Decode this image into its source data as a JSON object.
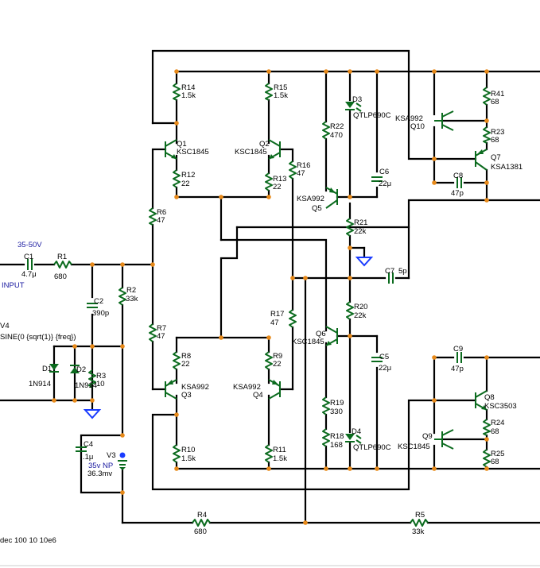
{
  "labels": {
    "supply": "35-50V",
    "input_label": "INPUT",
    "C1": "C1",
    "C1_val": "4.7μ",
    "R1": "R1",
    "R1_val": "680",
    "C2": "C2",
    "C2_val": "390p",
    "R2": "R2",
    "R2_val": "33k",
    "V4": "V4",
    "sine": "SINE(0 {sqrt(1)} {freq})",
    "D1": "D1",
    "D1_val": "1N914",
    "D2": "D2",
    "D2_val": "1N914",
    "R3": "R3",
    "R3_val": "10",
    "C4": "C4",
    "C4_val": ".1μ",
    "V3": "V3",
    "v3_np": "35v  NP",
    "v3_val": "36.3mv",
    "R14": "R14",
    "R14_val": "1.5k",
    "R15": "R15",
    "R15_val": "1.5k",
    "Q1": "Q1",
    "Q1_val": "KSC1845",
    "Q2": "Q2",
    "Q2_val": "KSC1845",
    "R12": "R12",
    "R12_val": "22",
    "R13": "R13",
    "R13_val": "22",
    "R16": "R16",
    "R16_val": "47",
    "R6": "R6",
    "R6_val": "47",
    "R7": "R7",
    "R7_val": "47",
    "R17": "R17",
    "R17_val": "47",
    "R8": "R8",
    "R8_val": "22",
    "R9": "R9",
    "R9_val": "22",
    "Q3": "Q3",
    "Q3_val": "KSA992",
    "Q4": "Q4",
    "Q4_val": "KSA992",
    "R10": "R10",
    "R10_val": "1.5k",
    "R11": "R11",
    "R11_val": "1.5k",
    "R4": "R4",
    "R4_val": "680",
    "R5": "R5",
    "R5_val": "33k",
    "R22": "R22",
    "R22_val": "470",
    "D3": "D3",
    "D3_val": "QTLP690C",
    "C6": "C6",
    "C6_val": "22μ",
    "Q5": "Q5",
    "Q5_val": "KSA992",
    "R21": "R21",
    "R21_val": "22k",
    "C7": "C7",
    "C7_val": "5p",
    "R20": "R20",
    "R20_val": "22k",
    "Q6": "Q6",
    "Q6_val": "KSC1845",
    "C5": "C5",
    "C5_val": "22μ",
    "R19": "R19",
    "R19_val": "330",
    "R18": "R18",
    "R18_val": "168",
    "D4": "D4",
    "D4_val": "QTLP690C",
    "R41": "R41",
    "R41_val": "68",
    "Q10": "Q10",
    "Q10_val": "KSA992",
    "R23": "R23",
    "R23_val": "68",
    "Q7": "Q7",
    "Q7_val": "KSA1381",
    "C8": "C8",
    "C8_val": "47p",
    "C9": "C9",
    "C9_val": "47p",
    "Q8": "Q8",
    "Q8_val": "KSC3503",
    "R24": "R24",
    "R24_val": "68",
    "Q9": "Q9",
    "Q9_val": "KSC1845",
    "R25": "R25",
    "R25_val": "68",
    "directive": "dec 100 10 10e6"
  },
  "colors": {
    "wire": "#000000",
    "component": "#0b6b1e",
    "node": "#e88a1a",
    "annotation": "#1a1aa0",
    "ground": "#1a3cff"
  }
}
